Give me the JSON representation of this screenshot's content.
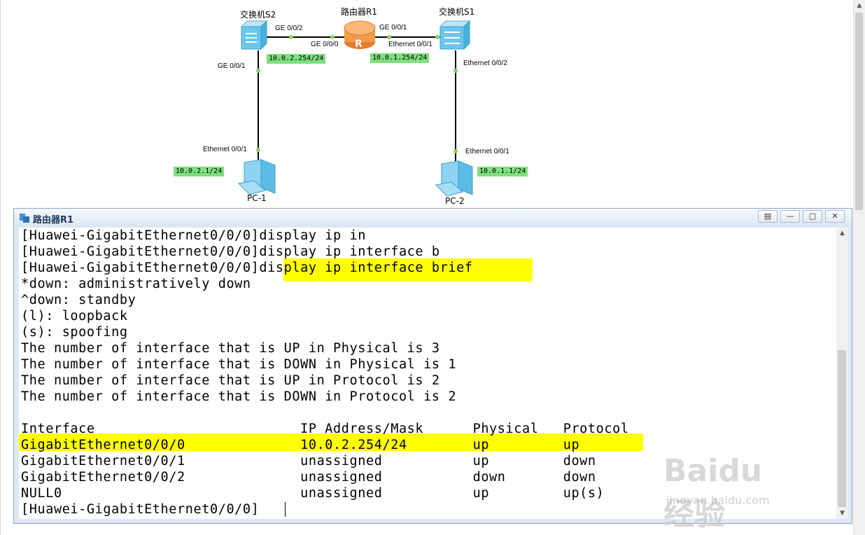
{
  "topology": {
    "devices": {
      "s2": "交换机S2",
      "r1": "路由器R1",
      "s1": "交换机S1",
      "pc1": "PC-1",
      "pc2": "PC-2"
    },
    "ports": {
      "s2_to_r1": "GE 0/0/2",
      "r1_to_s2": "GE 0/0/0",
      "r1_to_s1": "GE 0/0/1",
      "s1_to_r1": "Ethernet 0/0/1",
      "s2_to_pc1": "GE 0/0/1",
      "s1_to_pc2": "Ethernet 0/0/2",
      "pc1_port": "Ethernet 0/0/1",
      "pc2_port": "Ethernet 0/0/1"
    },
    "ips": {
      "r1_ge000": "10.0.2.254/24",
      "r1_ge001": "10.0.1.254/24",
      "pc1": "10.0.2.1/24",
      "pc2": "10.0.1.1/24"
    },
    "colors": {
      "link": "#000000",
      "port_dot": "#7ed957",
      "ip_tag": "#7ee07e"
    }
  },
  "terminal": {
    "title": "路由器R1",
    "lines": [
      "[Huawei-GigabitEthernet0/0/0]display ip in",
      "[Huawei-GigabitEthernet0/0/0]display ip interface b",
      "[Huawei-GigabitEthernet0/0/0]display ip interface brief",
      "*down: administratively down",
      "^down: standby",
      "(l): loopback",
      "(s): spoofing",
      "The number of interface that is UP in Physical is 3",
      "The number of interface that is DOWN in Physical is 1",
      "The number of interface that is UP in Protocol is 2",
      "The number of interface that is DOWN in Protocol is 2",
      "",
      "Interface                         IP Address/Mask      Physical   Protocol",
      "GigabitEthernet0/0/0              10.0.2.254/24        up         up",
      "GigabitEthernet0/0/1              unassigned           up         down",
      "GigabitEthernet0/0/2              unassigned           down       down",
      "NULL0                             unassigned           up         up(s)",
      "[Huawei-GigabitEthernet0/0/0]"
    ],
    "highlight_color": "#ffff00"
  },
  "watermark": {
    "brand": "Bai",
    "brand2": "du",
    "cn": "经验",
    "url": "jingyan.baidu.com"
  }
}
